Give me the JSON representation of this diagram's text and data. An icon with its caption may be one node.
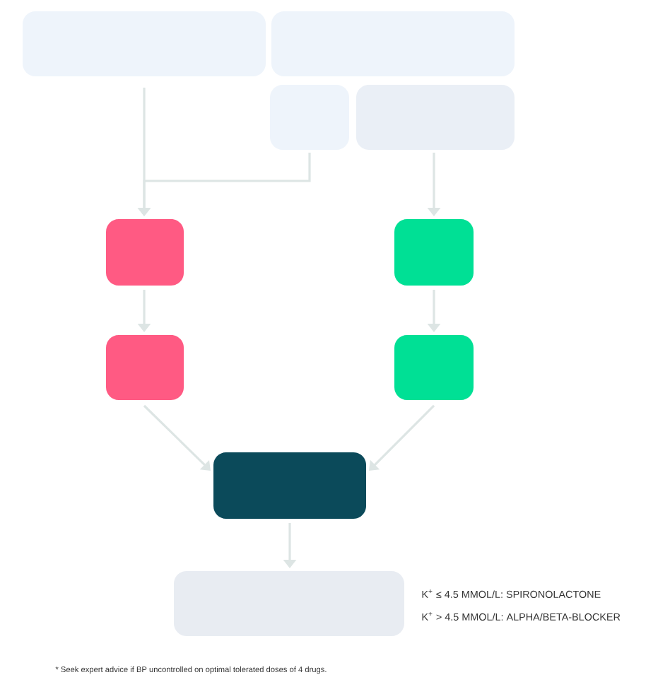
{
  "diagram": {
    "nodes": [
      {
        "text": [],
        "shape": "box"
      },
      {
        "text": [],
        "shape": "box"
      },
      {
        "text": [],
        "shape": "box"
      },
      {
        "text": [],
        "shape": "box"
      },
      {
        "text": [],
        "shape": "box"
      },
      {
        "text": [],
        "shape": "box"
      },
      {
        "text": [],
        "shape": "box"
      },
      {
        "text": [],
        "shape": "box"
      },
      {
        "text": [],
        "shape": "box"
      },
      {
        "text": [],
        "shape": "box"
      }
    ],
    "edges": [
      {
        "from": 0,
        "to": 4,
        "arrow": "to"
      },
      {
        "from": 2,
        "to": 4,
        "arrow": "to"
      },
      {
        "from": 3,
        "to": 5,
        "arrow": "to"
      },
      {
        "from": 4,
        "to": 6,
        "arrow": "to"
      },
      {
        "from": 5,
        "to": 7,
        "arrow": "to"
      },
      {
        "from": 6,
        "to": 8,
        "arrow": "to"
      },
      {
        "from": 7,
        "to": 8,
        "arrow": "to"
      },
      {
        "from": 8,
        "to": 9,
        "arrow": "to"
      }
    ],
    "labels": [
      "K$^{+}$ ≤ 4.5 MMOL/L: SPIRONOLACTONE",
      "K$^{+}$ > 4.5 MMOL/L: ALPHA/BETA-BLOCKER",
      "* Seek expert advice if BP uncontrolled on optimal tolerated doses of 4 drugs."
    ]
  }
}
